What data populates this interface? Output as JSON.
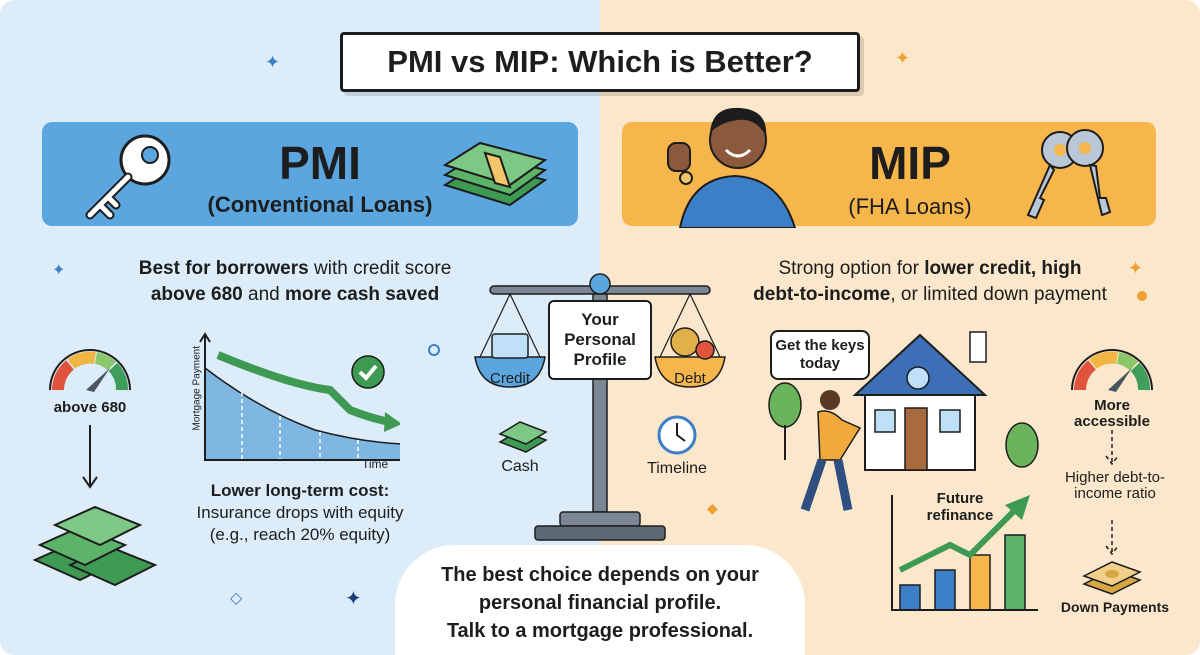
{
  "title": "PMI vs MIP: Which is Better?",
  "pmi": {
    "heading": "PMI",
    "subheading": "(Conventional Loans)",
    "summary_pre": "Best for borrowers",
    "summary_mid": " with credit score",
    "summary_line2_a": "above 680",
    "summary_line2_b": " and ",
    "summary_line2_c": "more cash saved",
    "gauge_label": "above 680",
    "chart_ylabel": "Mortgage Payment",
    "chart_xlabel": "Time",
    "cost_title": "Lower long-term cost:",
    "cost_line1": "Insurance drops with equity",
    "cost_line2": "(e.g., reach 20% equity)"
  },
  "mip": {
    "heading": "MIP",
    "subheading": "(FHA Loans)",
    "summary_a": "Strong option for ",
    "summary_b": "lower credit, high",
    "summary_c": "debt-to-income",
    "summary_d": ", or limited down payment",
    "speech": "Get the keys today",
    "refinance": "Future refinance",
    "gauge_label": "More accessible",
    "dti": "Higher debt-to-income ratio",
    "down": "Down Payments"
  },
  "scale": {
    "profile": "Your Personal Profile",
    "credit": "Credit",
    "debt": "Debt",
    "cash": "Cash",
    "timeline": "Timeline"
  },
  "conclusion": {
    "line1": "The best choice depends on your",
    "line2": "personal financial profile.",
    "line3": "Talk to a mortgage professional."
  }
}
